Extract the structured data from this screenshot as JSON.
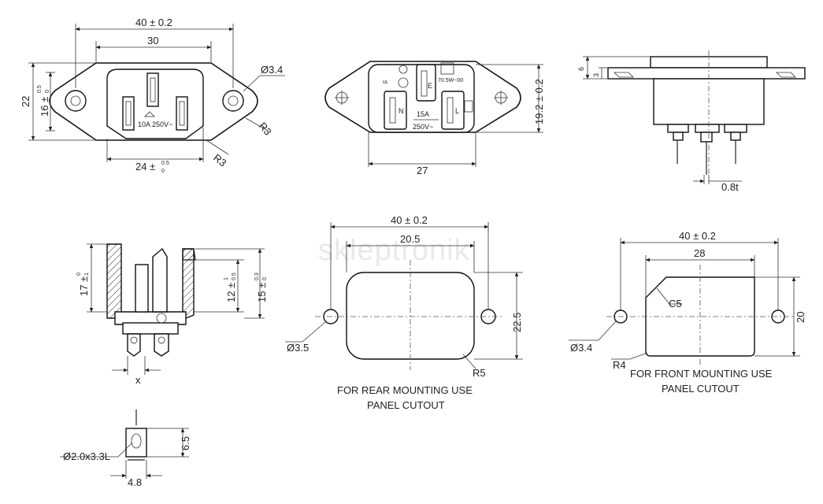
{
  "watermark": "skleptronik",
  "view_front_socket": {
    "dim_overall_width": "40 ± 0.2",
    "dim_body_width": "30",
    "dim_hole": "Ø3.4",
    "dim_height_total": "22",
    "dim_height_body": "16 ±",
    "dim_height_body_tol": "0.5",
    "dim_height_body_tol_low": "0",
    "dim_radius_a": "R3",
    "dim_radius_b": "R3",
    "dim_bottom_width": "24 ±",
    "dim_bottom_width_tol": "0.5",
    "dim_bottom_width_tol_low": "0",
    "rating": "10A 250V~"
  },
  "view_rear_socket": {
    "pin_n": "N",
    "pin_e": "E",
    "pin_l": "L",
    "rating_current": "15A",
    "rating_voltage": "250V~",
    "cert_label": "70.5W~00",
    "dim_height": "19.2 ± 0.2",
    "dim_width": "27"
  },
  "view_side_socket": {
    "dim_flange": "6",
    "dim_flange_inner": "3",
    "dim_pin_thickness": "0.8t"
  },
  "view_section": {
    "dim_height_outer": "17 ±",
    "dim_height_outer_tol": "0",
    "dim_height_outer_tol_low": "1",
    "dim_height_inner": "12 ±",
    "dim_height_inner_tol": "1",
    "dim_height_inner_tol_low": "0.5",
    "dim_height_right": "15 ±",
    "dim_height_right_tol": "0.3",
    "dim_height_right_tol_low": "0",
    "dim_x": "x"
  },
  "view_terminal": {
    "dim_hole": "Ø2.0x3.3L",
    "dim_height": "6.5",
    "dim_width": "4.8"
  },
  "cutout_rear": {
    "dim_overall_width": "40 ± 0.2",
    "dim_inner_width": "20.5",
    "dim_height": "22.5",
    "dim_hole": "Ø3.5",
    "dim_radius": "R5",
    "caption_line1": "FOR REAR MOUNTING USE",
    "caption_line2": "PANEL CUTOUT"
  },
  "cutout_front": {
    "dim_overall_width": "40 ± 0.2",
    "dim_inner_width": "28",
    "dim_chamfer": "C5",
    "dim_height": "20",
    "dim_hole": "Ø3.4",
    "dim_radius": "R4",
    "caption_line1": "FOR FRONT MOUNTING USE",
    "caption_line2": "PANEL CUTOUT"
  }
}
